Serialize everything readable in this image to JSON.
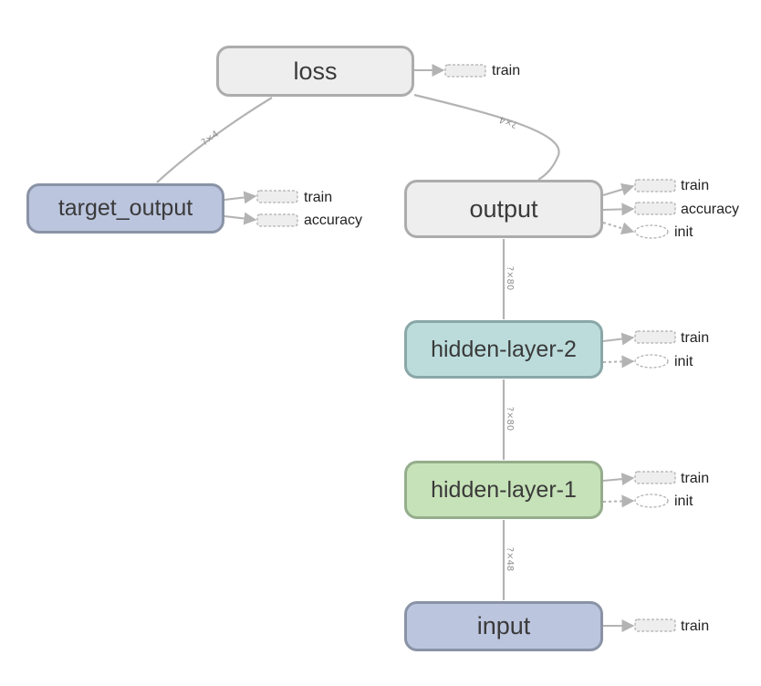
{
  "nodes": {
    "loss": {
      "label": "loss"
    },
    "target_output": {
      "label": "target_output"
    },
    "output": {
      "label": "output"
    },
    "hidden_layer_2": {
      "label": "hidden-layer-2"
    },
    "hidden_layer_1": {
      "label": "hidden-layer-1"
    },
    "input": {
      "label": "input"
    }
  },
  "aux": {
    "loss": [
      "train"
    ],
    "target_output": [
      "train",
      "accuracy"
    ],
    "output": [
      "train",
      "accuracy",
      "init"
    ],
    "hidden_layer_2": [
      "train",
      "init"
    ],
    "hidden_layer_1": [
      "train",
      "init"
    ],
    "input": [
      "train"
    ]
  },
  "edges": {
    "target_output_to_loss": "?×4",
    "output_to_loss": "?×4",
    "hidden_layer_2_to_output": "?×80",
    "hidden_layer_1_to_hidden_layer_2": "?×80",
    "input_to_hidden_layer_1": "?×48"
  },
  "colors": {
    "gray_node": "#eeeeee",
    "blue_node": "#bcc5de",
    "teal_node": "#bcdcdc",
    "green_node": "#c6e2b8",
    "edge": "#b3b3b3"
  }
}
